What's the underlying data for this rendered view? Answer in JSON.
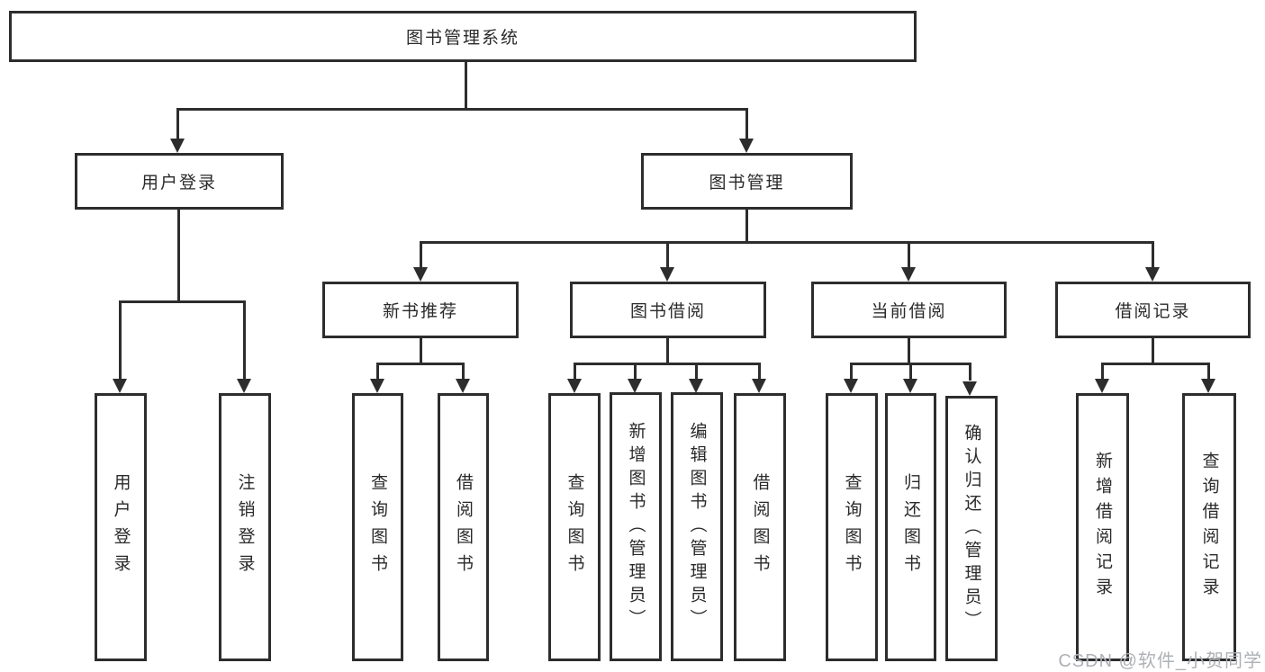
{
  "diagram": {
    "title": "图书管理系统",
    "root": "图书管理系统",
    "user_login": {
      "label": "用户登录",
      "children": [
        "用户登录",
        "注销登录"
      ]
    },
    "book_mgmt": {
      "label": "图书管理",
      "groups": [
        {
          "label": "新书推荐",
          "children": [
            "查询图书",
            "借阅图书"
          ]
        },
        {
          "label": "图书借阅",
          "children": [
            "查询图书",
            "新增图书（管理员）",
            "编辑图书（管理员）",
            "借阅图书"
          ]
        },
        {
          "label": "当前借阅",
          "children": [
            "查询图书",
            "归还图书",
            "确认归还（管理员）"
          ]
        },
        {
          "label": "借阅记录",
          "children": [
            "新增借阅记录",
            "查询借阅记录"
          ]
        }
      ]
    },
    "colors": {
      "line": "#2d2d2d",
      "background": "#ffffff",
      "watermark_gray": "#aeb1b5"
    },
    "watermark": "CSDN @软件_小贺同学"
  }
}
